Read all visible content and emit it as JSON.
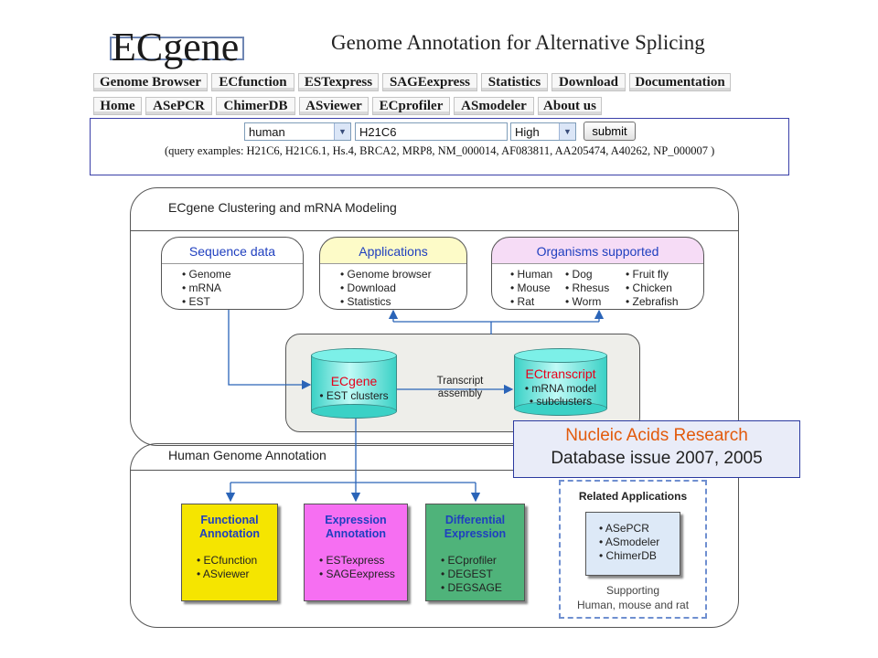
{
  "header": {
    "logo": "ECgene",
    "tagline": "Genome Annotation for Alternative Splicing"
  },
  "nav": {
    "row1": [
      "Genome Browser",
      "ECfunction",
      "ESTexpress",
      "SAGEexpress",
      "Statistics",
      "Download",
      "Documentation"
    ],
    "row2": [
      "Home",
      "ASePCR",
      "ChimerDB",
      "ASviewer",
      "ECprofiler",
      "ASmodeler",
      "About us"
    ]
  },
  "search": {
    "organism": "human",
    "query": "H21C6",
    "level": "High",
    "submit_label": "submit",
    "examples": "(query examples:  H21C6, H21C6.1, Hs.4, BRCA2, MRP8, NM_000014, AF083811, AA205474, A40262, NP_000007 )"
  },
  "diagram": {
    "top_panel_title": "ECgene Clustering and mRNA Modeling",
    "sequence_data": {
      "title": "Sequence data",
      "items": [
        "• Genome",
        "• mRNA",
        "• EST"
      ]
    },
    "applications": {
      "title": "Applications",
      "items": [
        "• Genome browser",
        "• Download",
        "• Statistics"
      ]
    },
    "organisms": {
      "title": "Organisms supported",
      "col1": [
        "• Human",
        "• Mouse",
        "• Rat"
      ],
      "col2": [
        "• Dog",
        "• Rhesus",
        "• Worm"
      ],
      "col3": [
        "• Fruit fly",
        "• Chicken",
        "• Zebrafish"
      ]
    },
    "ecgene_db": {
      "name": "ECgene",
      "sub": "• EST clusters"
    },
    "transcript_arrow": {
      "line1": "Transcript",
      "line2": "assembly"
    },
    "ectranscript_db": {
      "name": "ECtranscript",
      "sub1": "• mRNA model",
      "sub2": "• subclusters"
    },
    "bottom_panel_title": "Human Genome Annotation",
    "functional": {
      "title1": "Functional",
      "title2": "Annotation",
      "items": [
        "• ECfunction",
        "• ASviewer"
      ],
      "color": "#f5e500"
    },
    "expression": {
      "title1": "Expression",
      "title2": "Annotation",
      "items": [
        "• ESTexpress",
        "• SAGEexpress"
      ],
      "color": "#f66ff2"
    },
    "differential": {
      "title1": "Differential",
      "title2": "Expression",
      "items": [
        "• ECprofiler",
        "• DEGEST",
        "• DEGSAGE"
      ],
      "color": "#4fb37a"
    },
    "related": {
      "title": "Related Applications",
      "items": [
        "• ASePCR",
        "• ASmodeler",
        "• ChimerDB"
      ],
      "footer1": "Supporting",
      "footer2": "Human, mouse and rat"
    }
  },
  "citation": {
    "line1": "Nucleic Acids Research",
    "line2": "Database issue 2007, 2005"
  }
}
